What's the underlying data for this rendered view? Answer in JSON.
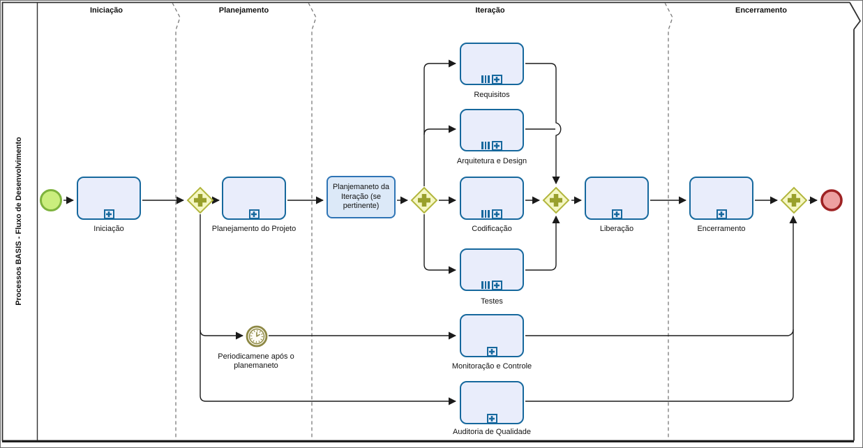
{
  "pool": {
    "title": "Processos BASIS - Fluxo de Desenvolvimento"
  },
  "lanes": [
    {
      "label": "Iniciação"
    },
    {
      "label": "Planejamento"
    },
    {
      "label": "Iteração"
    },
    {
      "label": "Encerramento"
    }
  ],
  "tasks": {
    "iniciacao": "Iniciação",
    "planejamento_projeto": "Planejamento do Projeto",
    "requisitos": "Requisitos",
    "arquitetura_design": "Arquitetura e Design",
    "codificacao": "Codificação",
    "testes": "Testes",
    "liberacao": "Liberação",
    "encerramento": "Encerramento",
    "monitoracao_controle": "Monitoração e Controle",
    "auditoria_qualidade": "Auditoria de Qualidade"
  },
  "notes": {
    "iteration_planning": "Planjemaneto da Iteração (se pertinente)"
  },
  "events": {
    "timer_label": "Periodicamene após o planemaneto"
  },
  "colors": {
    "task_fill": "#E9EDFB",
    "task_border": "#16689D",
    "gateway_fill": "#F5F7C4",
    "gateway_border": "#B2B63D",
    "gateway_symbol": "#99A02C",
    "start_fill": "#CBEE7E",
    "start_border": "#7EB33D",
    "end_fill": "#EDA0A0",
    "end_border": "#9E2223",
    "timer_color": "#8D8845",
    "note_fill": "#DCE9F8",
    "note_border": "#2E74B5",
    "connector": "#1a1a1a",
    "separator": "#7a7a7a"
  }
}
